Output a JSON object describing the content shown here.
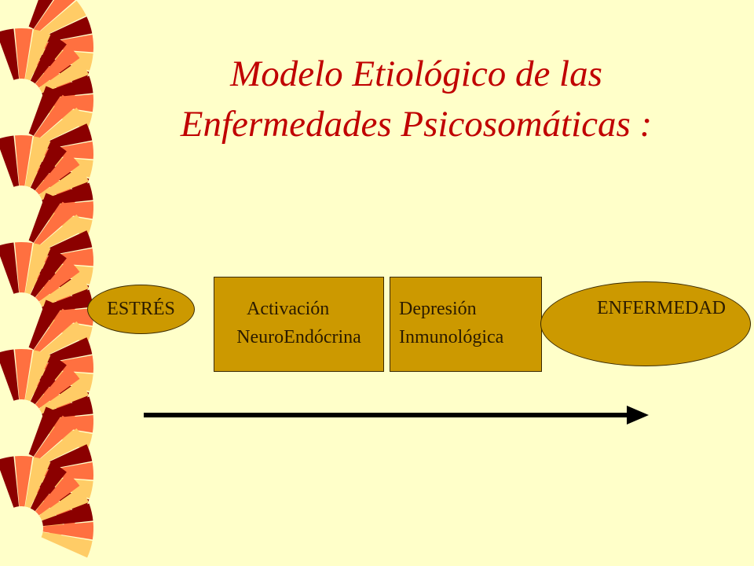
{
  "slide": {
    "title_line1": "Modelo Etiológico de las",
    "title_line2": "Enfermedades Psicosomáticas :"
  },
  "colors": {
    "background": "#FFFFC9",
    "title": "#C00000",
    "node_fill": "#CC9900",
    "arrow": "#000000",
    "decor_dark": "#8B0000",
    "decor_orange": "#FF7040",
    "decor_light": "#FFCC66"
  },
  "diagram": {
    "nodes": [
      {
        "id": "estres",
        "shape": "ellipse",
        "label": "ESTRÉS"
      },
      {
        "id": "activacion",
        "shape": "box",
        "line1": "Activación",
        "line2": "NeuroEndócrina"
      },
      {
        "id": "depresion",
        "shape": "box",
        "line1": "Depresión",
        "line2": "Inmunológica"
      },
      {
        "id": "enfermedad",
        "shape": "ellipse",
        "label": "ENFERMEDAD"
      }
    ],
    "flow_arrow": {
      "direction": "left-to-right"
    }
  },
  "decoration": {
    "icon": "spiral-ribbon-border-icon",
    "side": "left"
  }
}
